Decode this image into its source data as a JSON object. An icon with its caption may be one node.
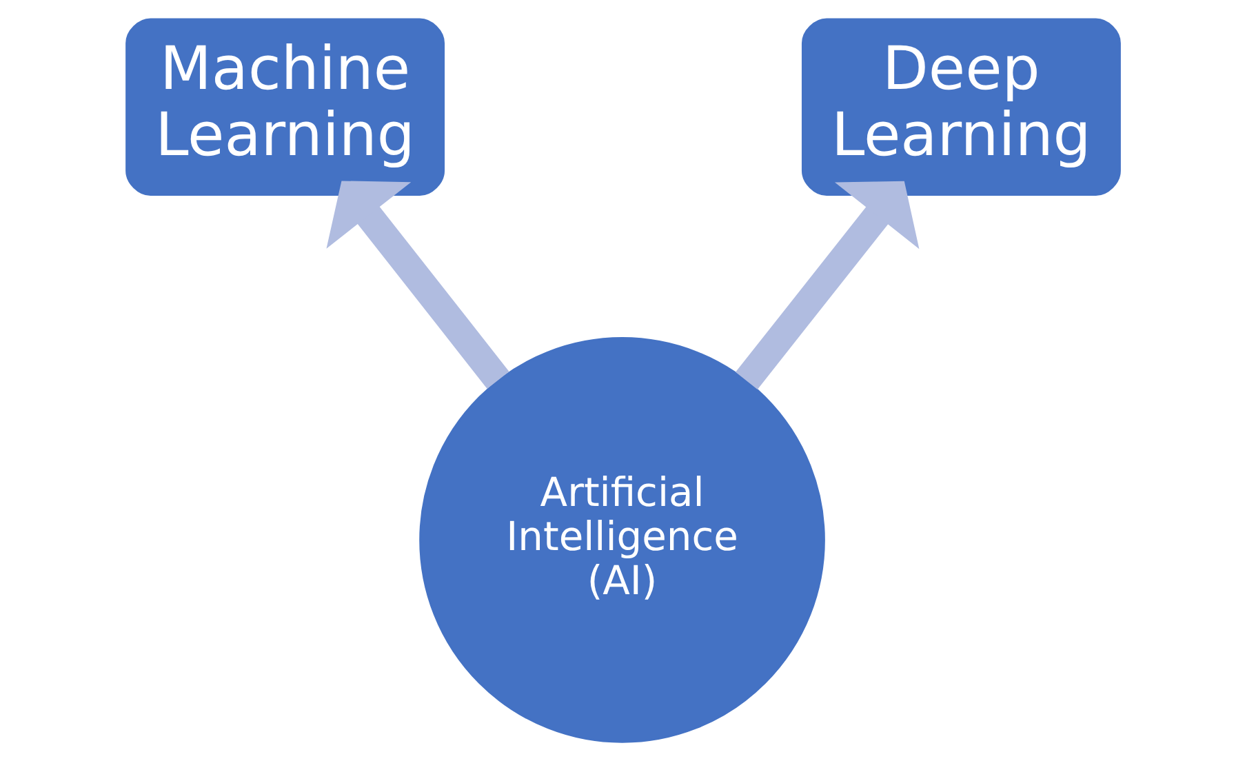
{
  "diagram": {
    "nodes": [
      {
        "text": [
          "Machine Learning"
        ]
      },
      {
        "text": [
          "Deep Learning"
        ]
      },
      {
        "text": [
          "Artificial Intelligence (AI)"
        ]
      }
    ],
    "edges": [
      {
        "from": 2,
        "to": 0,
        "arrow": "to"
      },
      {
        "from": 2,
        "to": 1,
        "arrow": "to"
      }
    ]
  }
}
